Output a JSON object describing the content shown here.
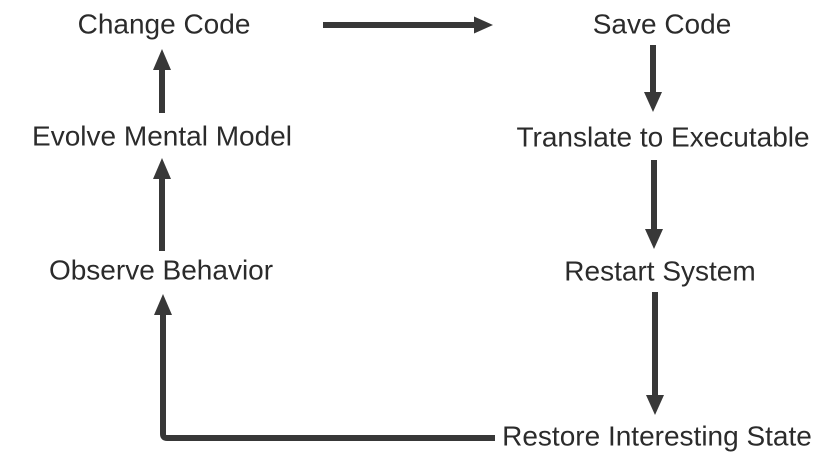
{
  "diagram": {
    "title": "edit-save-restart feedback loop",
    "nodes": {
      "change_code": "Change Code",
      "save_code": "Save Code",
      "evolve_mental_model": "Evolve Mental Model",
      "translate_to_executable": "Translate to Executable",
      "observe_behavior": "Observe Behavior",
      "restart_system": "Restart System",
      "restore_interesting_state": "Restore Interesting State"
    },
    "edges": [
      {
        "from": "Change Code",
        "to": "Save Code",
        "direction": "right"
      },
      {
        "from": "Save Code",
        "to": "Translate to Executable",
        "direction": "down"
      },
      {
        "from": "Translate to Executable",
        "to": "Restart System",
        "direction": "down"
      },
      {
        "from": "Restart System",
        "to": "Restore Interesting State",
        "direction": "down"
      },
      {
        "from": "Restore Interesting State",
        "to": "Observe Behavior",
        "direction": "left-then-up"
      },
      {
        "from": "Observe Behavior",
        "to": "Evolve Mental Model",
        "direction": "up"
      },
      {
        "from": "Evolve Mental Model",
        "to": "Change Code",
        "direction": "up"
      }
    ],
    "colors": {
      "background": "#ffffff",
      "text": "#2b2b2b",
      "arrow": "#383838"
    }
  }
}
